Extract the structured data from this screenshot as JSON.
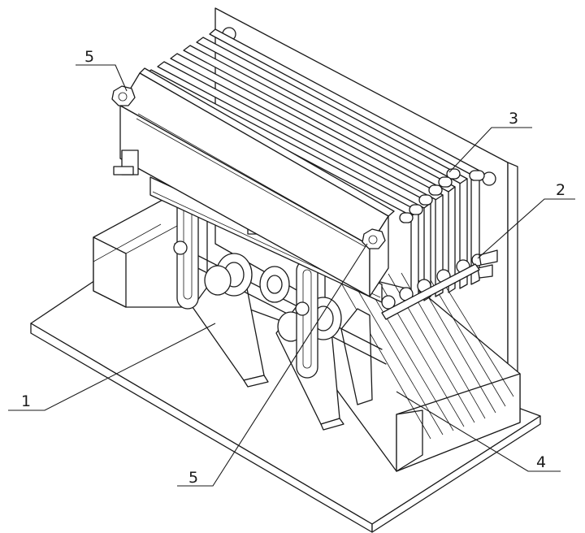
{
  "figure": {
    "callouts": [
      {
        "id": "callout-5-top",
        "label": "5"
      },
      {
        "id": "callout-3",
        "label": "3"
      },
      {
        "id": "callout-2",
        "label": "2"
      },
      {
        "id": "callout-1",
        "label": "1"
      },
      {
        "id": "callout-5-bottom",
        "label": "5"
      },
      {
        "id": "callout-4",
        "label": "4"
      }
    ]
  }
}
